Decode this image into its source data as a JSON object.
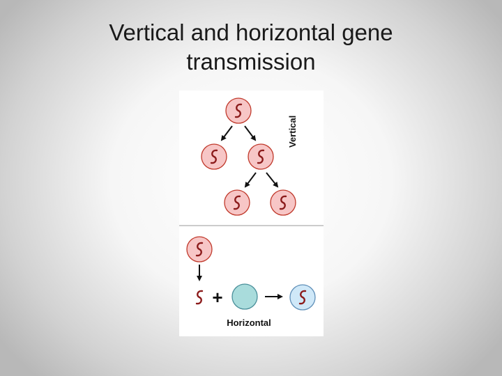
{
  "slide": {
    "title_line1": "Vertical and horizontal gene",
    "title_line2": "transmission"
  },
  "diagram": {
    "vertical_label": "Vertical",
    "horizontal_label": "Horizontal",
    "plus_symbol": "+"
  },
  "colors": {
    "donor_cell": "#f7c6c6",
    "empty_recipient_cell": "#a9dcdc",
    "transformed_recipient_cell": "#cfe8f8",
    "gene": "#8b1a1a"
  }
}
